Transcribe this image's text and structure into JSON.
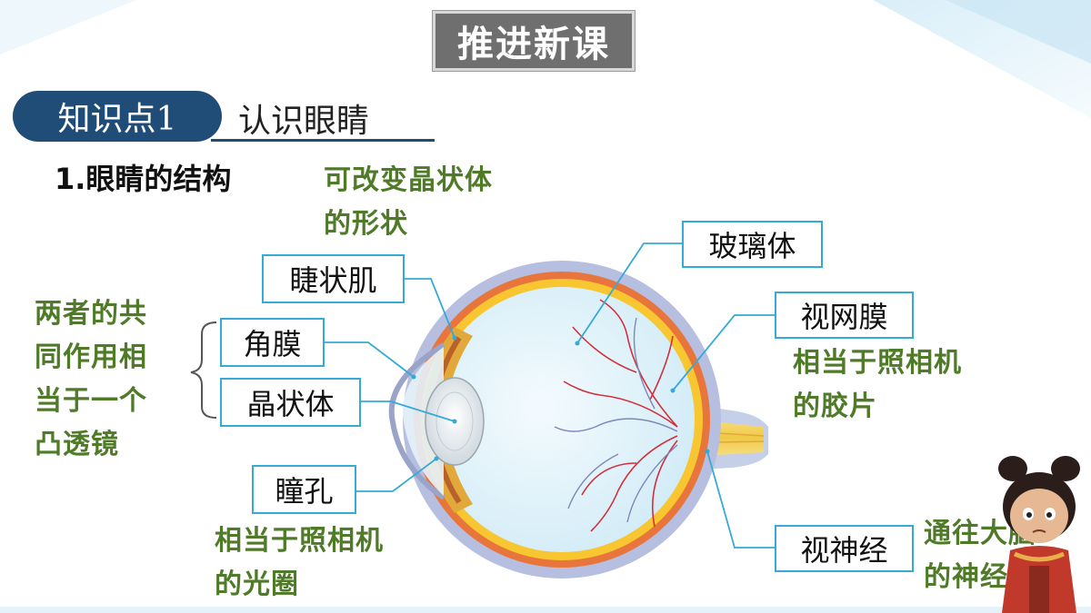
{
  "slide": {
    "title": "推进新课",
    "knowledge_point": {
      "badge": "知识点1",
      "title": "认识眼睛"
    },
    "heading": "1.眼睛的结构"
  },
  "labels": {
    "ciliary_muscle": "睫状肌",
    "cornea": "角膜",
    "lens": "晶状体",
    "pupil": "瞳孔",
    "vitreous": "玻璃体",
    "retina": "视网膜",
    "optic_nerve": "视神经"
  },
  "notes": {
    "ciliary": [
      "可改变晶状体",
      "的形状"
    ],
    "convex": [
      "两者的共",
      "同作用相",
      "当于一个",
      "凸透镜"
    ],
    "pupil": [
      "相当于照相机",
      "的光圈"
    ],
    "retina": [
      "相当于照相机",
      "的胶片"
    ],
    "nerve": [
      "通往大脑",
      "的神经"
    ]
  },
  "colors": {
    "title_bg": "#6f6f6f",
    "pill_bg": "#1f4d78",
    "note_green": "#4f7a28",
    "label_border": "#35a9d8",
    "leader_line": "#35a9d8"
  },
  "icons": {
    "bracket": "curly-bracket",
    "mascot": "cartoon-character-mascot"
  }
}
